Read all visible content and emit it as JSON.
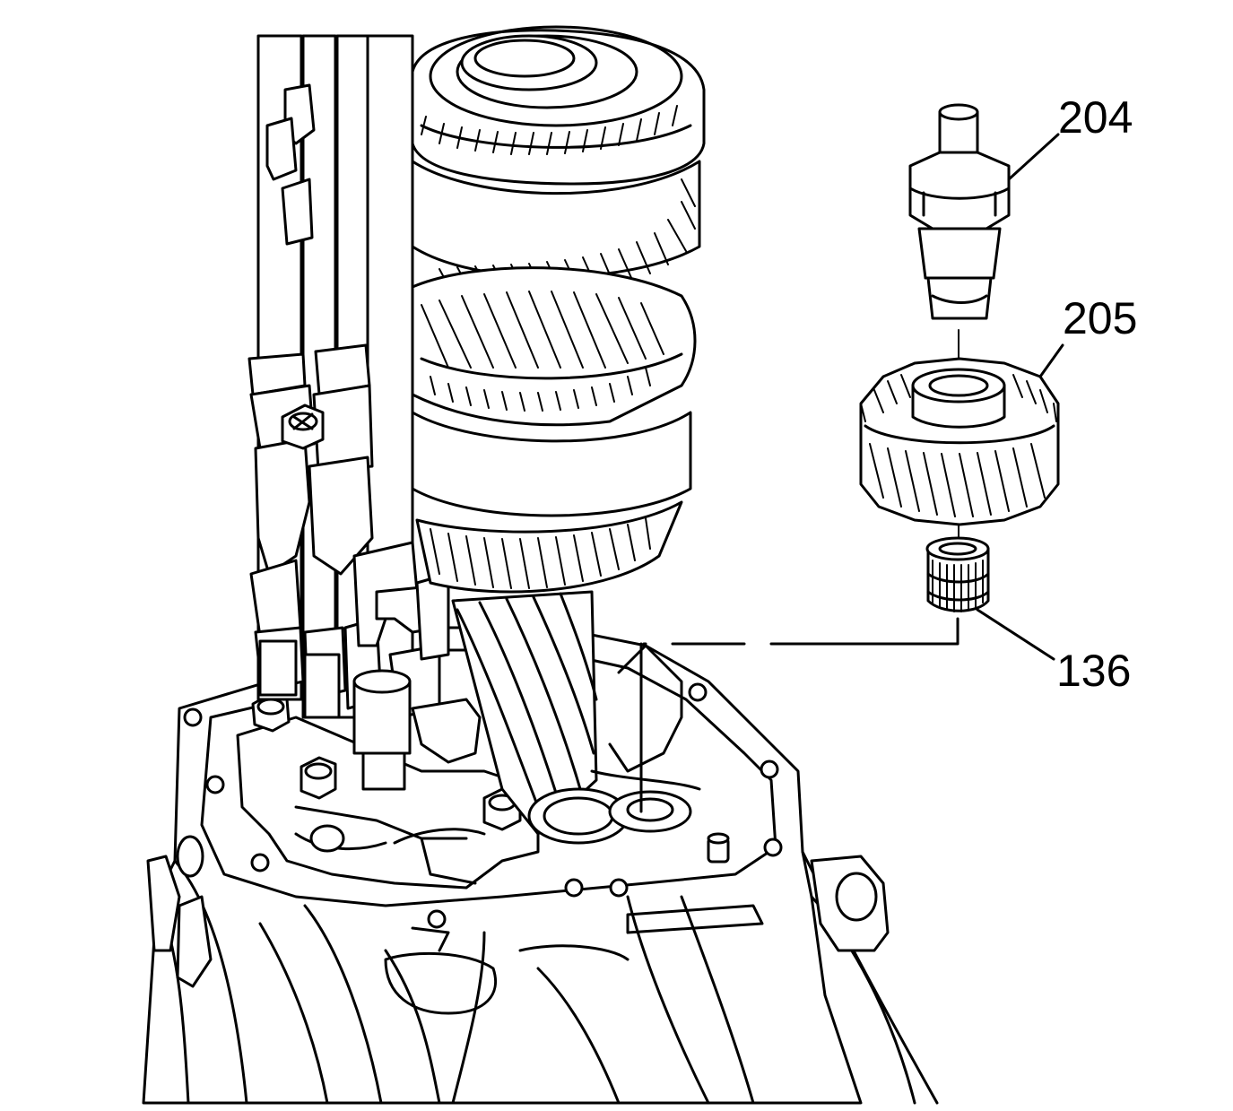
{
  "diagram": {
    "callouts": [
      {
        "id": "204",
        "label": "204"
      },
      {
        "id": "205",
        "label": "205"
      },
      {
        "id": "136",
        "label": "136"
      }
    ]
  }
}
